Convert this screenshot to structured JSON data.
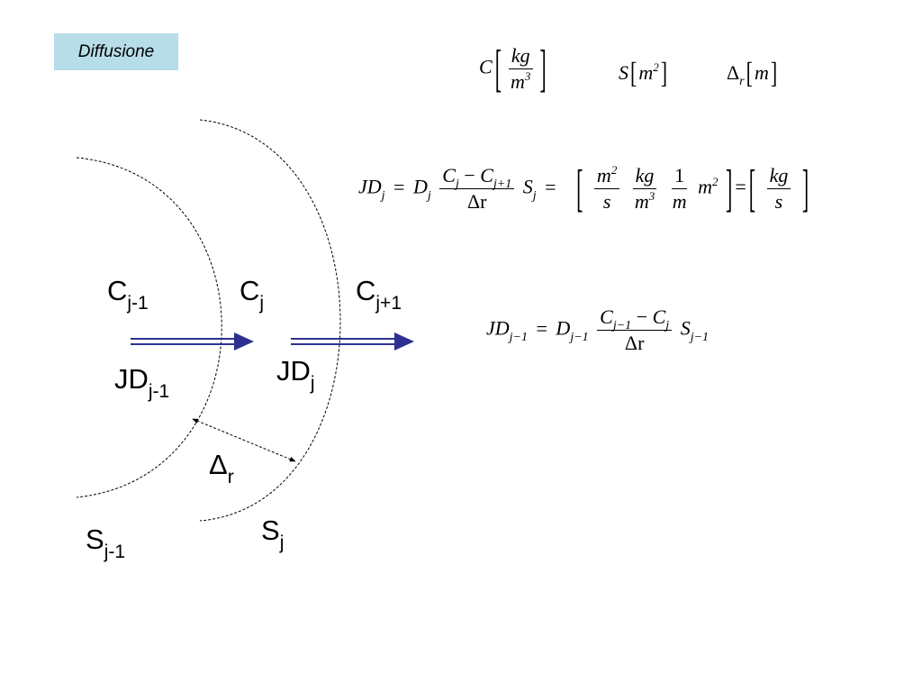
{
  "title": "Diffusione",
  "diagram": {
    "labels": {
      "c_prev": {
        "base": "C",
        "sub": "j-1"
      },
      "c_curr": {
        "base": "C",
        "sub": "j"
      },
      "c_next": {
        "base": "C",
        "sub": "j+1"
      },
      "jd_prev": {
        "base": "JD",
        "sub": "j-1"
      },
      "jd_curr": {
        "base": "JD",
        "sub": "j"
      },
      "delta": {
        "base": "Δ",
        "sub": "r"
      },
      "s_prev": {
        "base": "S",
        "sub": "j-1"
      },
      "s_curr": {
        "base": "S",
        "sub": "j"
      }
    },
    "colors": {
      "arrow": "#2e3192",
      "surface_line": "#000000",
      "title_bg": "#b7dde8"
    }
  },
  "units": {
    "c": {
      "sym": "C",
      "num": "kg",
      "den": "m",
      "den_exp": "3"
    },
    "s": {
      "sym": "S",
      "unit": "m",
      "exp": "2"
    },
    "dr": {
      "sym": "Δ",
      "sub": "r",
      "unit": "m"
    }
  },
  "eq1": {
    "lhs": "JD",
    "lhs_sub": "j",
    "eq": "=",
    "d": "D",
    "d_sub": "j",
    "num_a": "C",
    "num_a_sub": "j",
    "minus": "−",
    "num_b": "C",
    "num_b_sub": "j+1",
    "den": "Δr",
    "s": "S",
    "s_sub": "j",
    "eq2": "=",
    "u1_num": "m",
    "u1_num_exp": "2",
    "u1_den": "s",
    "u2_num": "kg",
    "u2_den": "m",
    "u2_den_exp": "3",
    "u3_num": "1",
    "u3_den": "m",
    "u4": "m",
    "u4_exp": "2",
    "eq3": "=",
    "r_num": "kg",
    "r_den": "s"
  },
  "eq2": {
    "lhs": "JD",
    "lhs_sub": "j−1",
    "eq": "=",
    "d": "D",
    "d_sub": "j−1",
    "num_a": "C",
    "num_a_sub": "j−1",
    "minus": "−",
    "num_b": "C",
    "num_b_sub": "j",
    "den": "Δr",
    "s": "S",
    "s_sub": "j−1"
  }
}
